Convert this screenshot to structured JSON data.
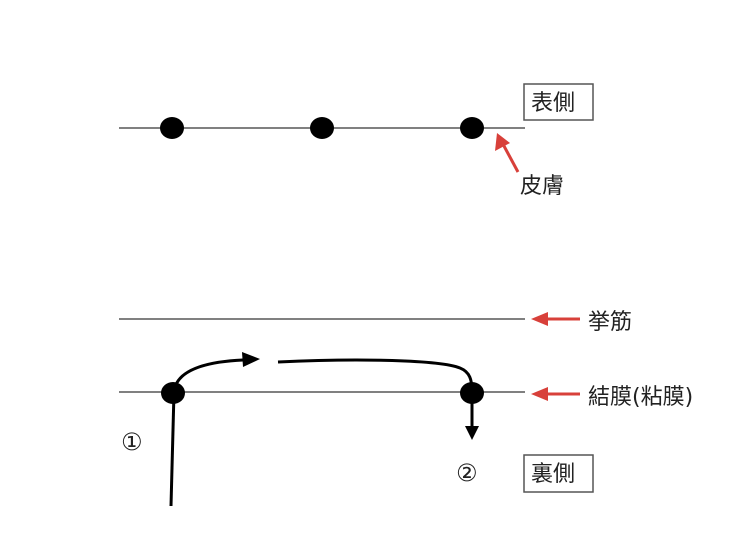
{
  "labels": {
    "front_side": "表側",
    "back_side": "裏側",
    "skin": "皮膚",
    "levator": "挙筋",
    "conjunctiva": "結膜(粘膜)"
  },
  "markers": {
    "step1": "①",
    "step2": "②"
  },
  "colors": {
    "indicator_arrow": "#d8403a",
    "line": "#000000"
  }
}
